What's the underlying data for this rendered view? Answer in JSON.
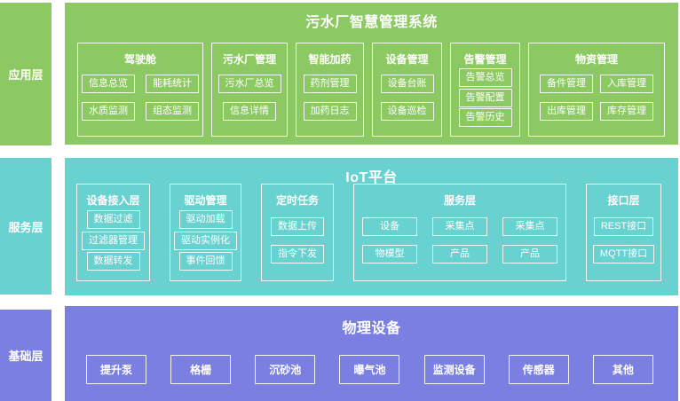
{
  "palette": {
    "application_green": "#8dc963",
    "service_teal": "#67d2d0",
    "infrastructure_purple": "#7a7fe1",
    "text": "#ffffff"
  },
  "application_layer": {
    "sidebar_label": "应用层",
    "title": "污水厂智慧管理系统",
    "groups": [
      {
        "title": "驾驶舱",
        "items": [
          "信息总览",
          "能耗统计",
          "水质监测",
          "组态监测"
        ]
      },
      {
        "title": "污水厂管理",
        "items": [
          "污水厂总览",
          "信息详情"
        ]
      },
      {
        "title": "智能加药",
        "items": [
          "药剂管理",
          "加药日志"
        ]
      },
      {
        "title": "设备管理",
        "items": [
          "设备台账",
          "设备巡检"
        ]
      },
      {
        "title": "告警管理",
        "items": [
          "告警总览",
          "告警配置",
          "告警历史"
        ]
      },
      {
        "title": "物资管理",
        "items": [
          "备件管理",
          "入库管理",
          "出库管理",
          "库存管理"
        ]
      }
    ]
  },
  "service_layer": {
    "sidebar_label": "服务层",
    "title": "IoT平台",
    "groups": [
      {
        "title": "设备接入层",
        "items": [
          "数据过滤",
          "过滤器管理",
          "数据转发"
        ]
      },
      {
        "title": "驱动管理",
        "items": [
          "驱动加载",
          "驱动实例化",
          "事件回馈"
        ]
      },
      {
        "title": "定时任务",
        "items": [
          "数据上传",
          "指令下发"
        ]
      },
      {
        "title": "服务层",
        "items": [
          "设备",
          "采集点",
          "采集点",
          "物模型",
          "产品",
          "产品"
        ]
      },
      {
        "title": "接口层",
        "items": [
          "REST接口",
          "MQTT接口"
        ]
      }
    ]
  },
  "infrastructure_layer": {
    "sidebar_label": "基础层",
    "title": "物理设备",
    "items": [
      "提升泵",
      "格栅",
      "沉砂池",
      "曝气池",
      "监测设备",
      "传感器",
      "其他"
    ]
  }
}
